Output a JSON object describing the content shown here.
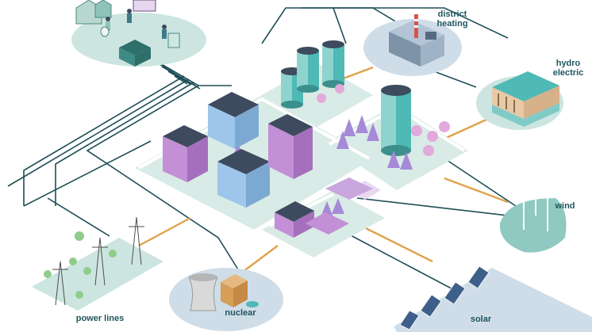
{
  "labels": {
    "district_heating": "district\nheating",
    "hydro_electric": "hydro\nelectric",
    "wind": "wind",
    "solar": "solar",
    "nuclear": "nuclear",
    "power_lines": "power lines"
  },
  "colors": {
    "network_line": "#1d4e57",
    "energy_line": "#e0a24a",
    "island_blue": "#cfdde8",
    "island_green": "#cce5e0",
    "wind_island": "#8fc9c1",
    "city_base": "#d9ebe6",
    "road": "#ffffff",
    "building_purple": "#c38fd6",
    "building_blue": "#9dc6ea",
    "tank_teal": "#4fb9b6",
    "tree_purple": "#a68ad8",
    "tree_pink": "#e2a9dc",
    "tree_green": "#8fcc8a",
    "roof_dark": "#3e4a5e",
    "label_text": "#1f5560"
  }
}
